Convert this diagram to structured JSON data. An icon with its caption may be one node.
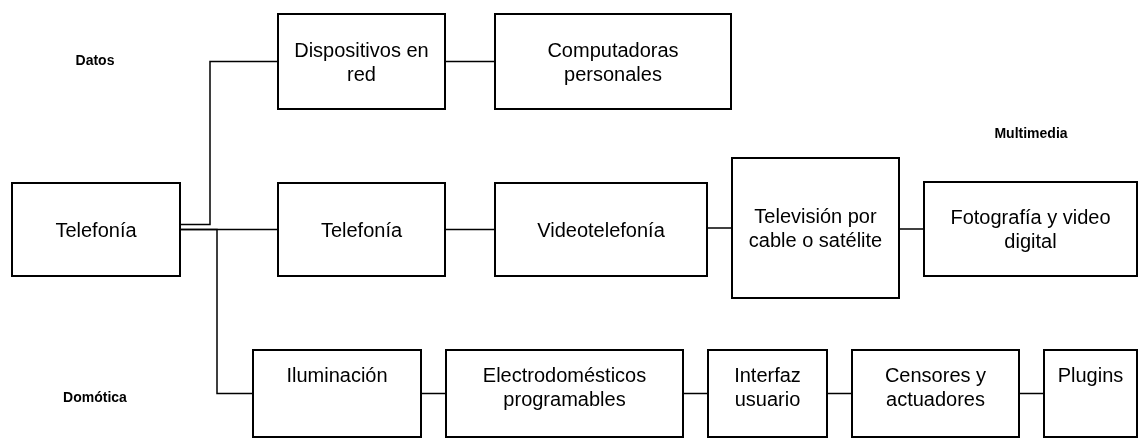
{
  "diagram": {
    "nodes": [
      {
        "text": [
          "Telefonía"
        ]
      },
      {
        "text": [
          "Dispositivos en red"
        ]
      },
      {
        "text": [
          "Computadoras personales"
        ]
      },
      {
        "text": [
          "Telefonía"
        ]
      },
      {
        "text": [
          "Videotelefonía"
        ]
      },
      {
        "text": [
          "Televisión por cable o satélite"
        ]
      },
      {
        "text": [
          "Fotografía y video digital"
        ]
      },
      {
        "text": [
          "Iluminación"
        ]
      },
      {
        "text": [
          "Electrodomésticos programables"
        ]
      },
      {
        "text": [
          "Interfaz usuario"
        ]
      },
      {
        "text": [
          "Censores y actuadores"
        ]
      },
      {
        "text": [
          "Plugins"
        ]
      }
    ],
    "edges": [
      {
        "from": 0,
        "to": 1,
        "arrow": "none"
      },
      {
        "from": 1,
        "to": 2,
        "arrow": "none"
      },
      {
        "from": 0,
        "to": 3,
        "arrow": "none"
      },
      {
        "from": 3,
        "to": 4,
        "arrow": "none"
      },
      {
        "from": 4,
        "to": 5,
        "arrow": "none"
      },
      {
        "from": 5,
        "to": 6,
        "arrow": "none"
      },
      {
        "from": 0,
        "to": 7,
        "arrow": "none"
      },
      {
        "from": 7,
        "to": 8,
        "arrow": "none"
      },
      {
        "from": 8,
        "to": 9,
        "arrow": "none"
      },
      {
        "from": 9,
        "to": 10,
        "arrow": "none"
      },
      {
        "from": 10,
        "to": 11,
        "arrow": "none"
      }
    ],
    "labels": [
      "Datos",
      "Multimedia",
      "Domótica"
    ]
  }
}
